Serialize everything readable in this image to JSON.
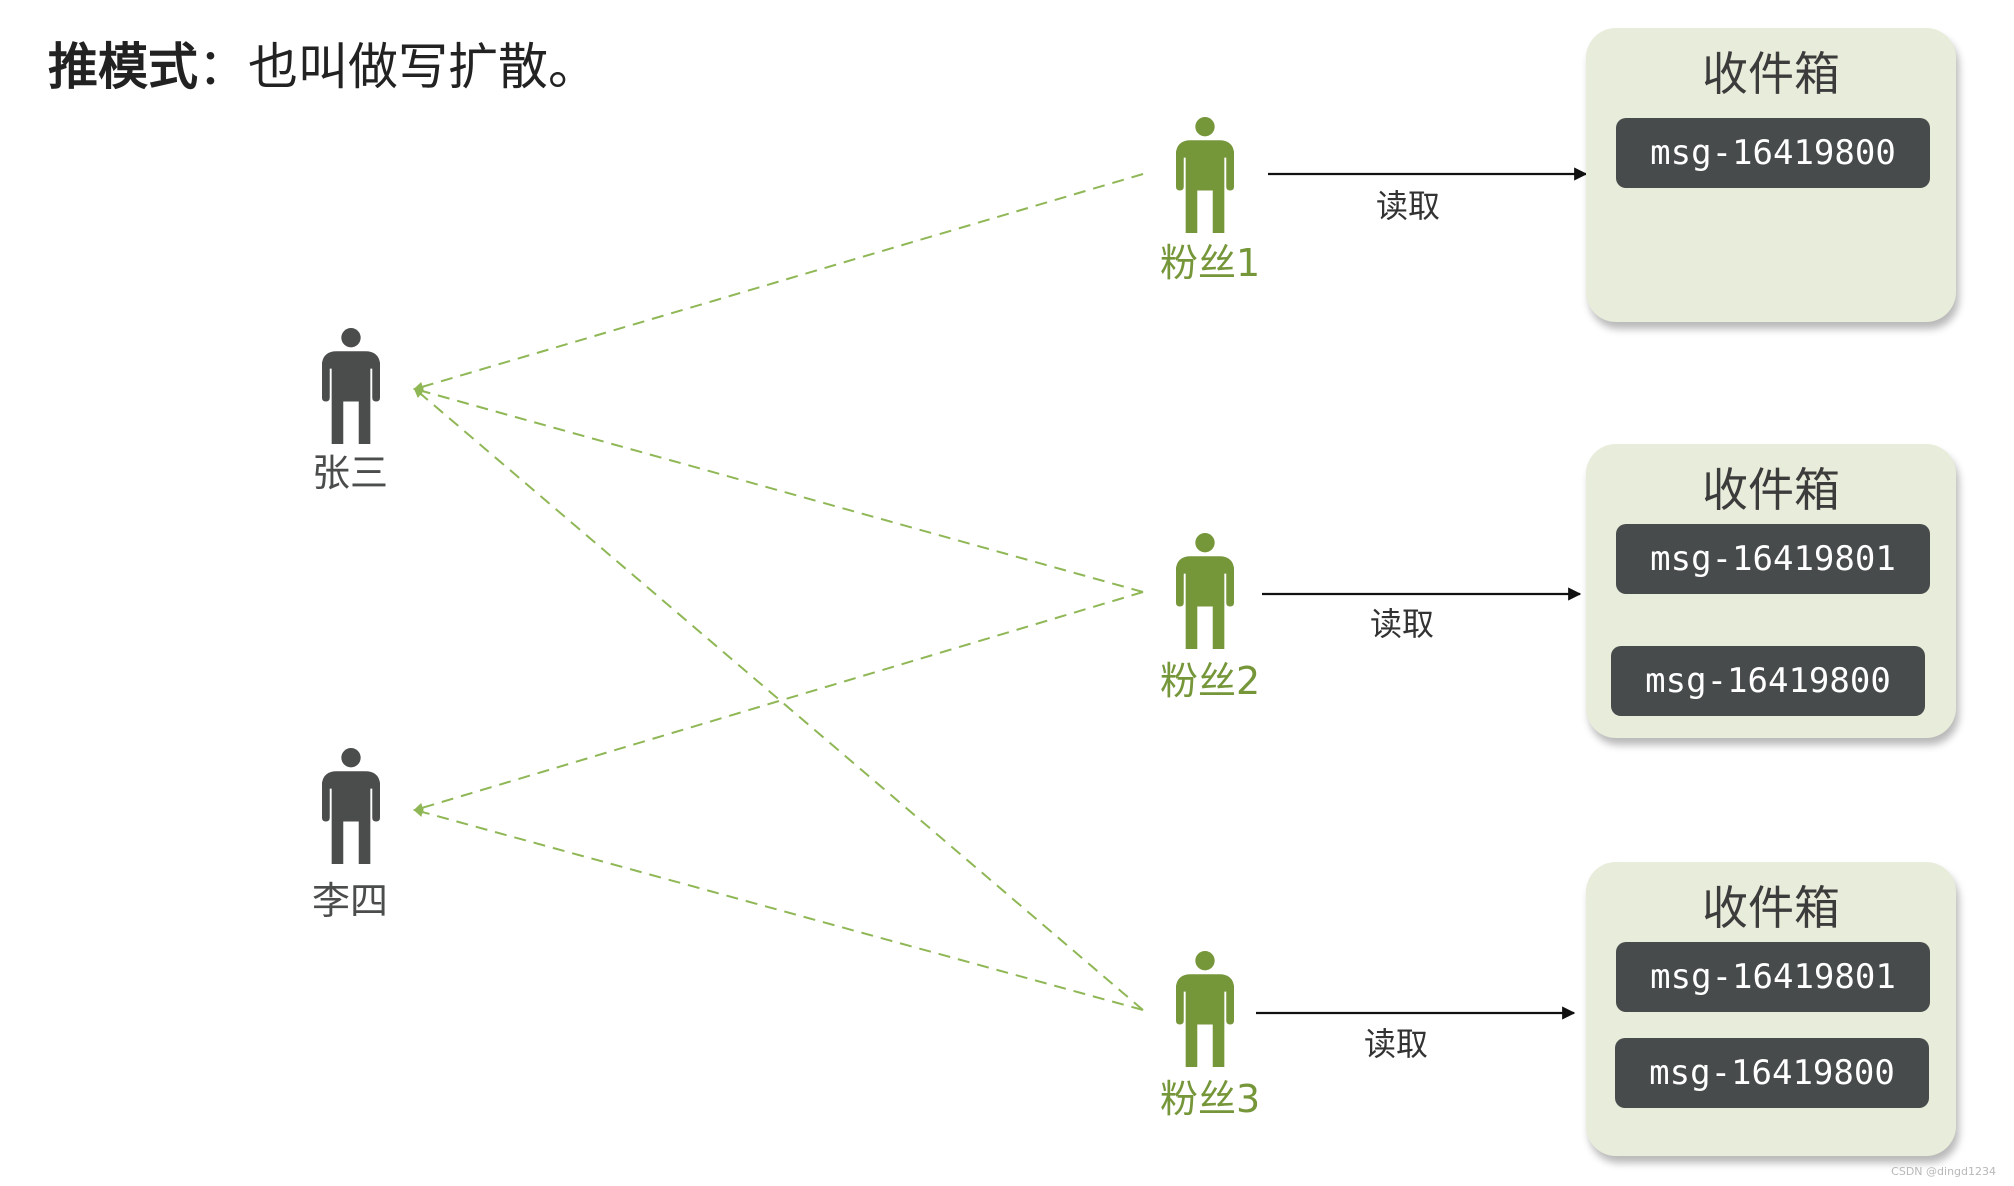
{
  "title": {
    "bold": "推模式",
    "rest": "：也叫做写扩散。"
  },
  "authors": [
    {
      "name": "张三",
      "icon": "person-icon"
    },
    {
      "name": "李四",
      "icon": "person-icon"
    }
  ],
  "fans": [
    {
      "name": "粉丝1",
      "read_label": "读取"
    },
    {
      "name": "粉丝2",
      "read_label": "读取"
    },
    {
      "name": "粉丝3",
      "read_label": "读取"
    }
  ],
  "inboxes": [
    {
      "title": "收件箱",
      "messages": [
        "msg-16419800"
      ]
    },
    {
      "title": "收件箱",
      "messages": [
        "msg-16419801",
        "msg-16419800"
      ]
    },
    {
      "title": "收件箱",
      "messages": [
        "msg-16419801",
        "msg-16419800"
      ]
    }
  ],
  "watermark": "CSDN @dingd1234",
  "colors": {
    "author": "#4a4d4c",
    "fan": "#76963a",
    "dashed_arrow": "#8fb755",
    "inbox_bg": "#e8ecda",
    "chip_bg": "#474b4b"
  }
}
